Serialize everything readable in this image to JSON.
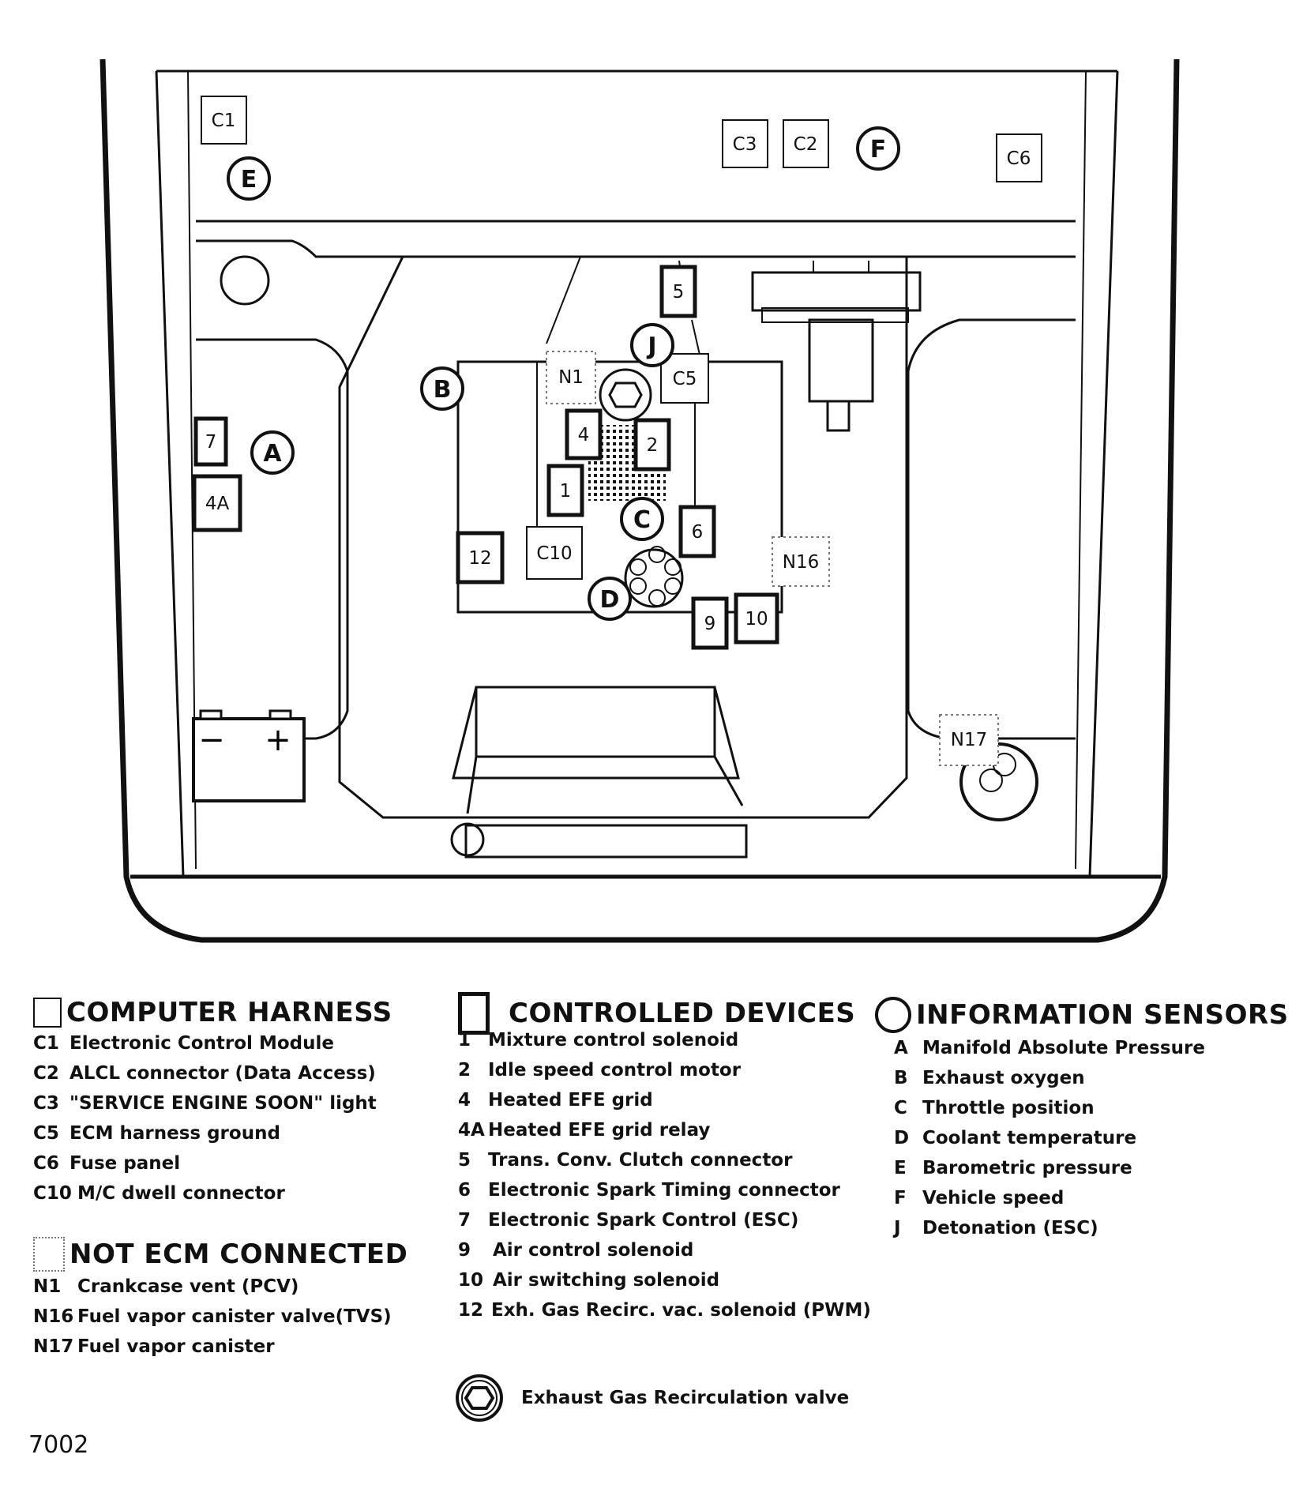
{
  "diagram": {
    "harness_labels": {
      "c1": "C1",
      "c2": "C2",
      "c3": "C3",
      "c5": "C5",
      "c6": "C6",
      "c10": "C10"
    },
    "device_labels": {
      "d1": "1",
      "d2": "2",
      "d4": "4",
      "d4a": "4A",
      "d5": "5",
      "d6": "6",
      "d7": "7",
      "d9": "9",
      "d10": "10",
      "d12": "12"
    },
    "sensor_labels": {
      "a": "A",
      "b": "B",
      "c": "C",
      "d": "D",
      "e": "E",
      "f": "F",
      "j": "J"
    },
    "not_ecm_labels": {
      "n1": "N1",
      "n16": "N16",
      "n17": "N17"
    },
    "battery": {
      "minus": "−",
      "plus": "+"
    }
  },
  "legend": {
    "computer_harness": {
      "title": "COMPUTER HARNESS",
      "items": [
        {
          "code": "C1",
          "text": "Electronic Control Module"
        },
        {
          "code": "C2",
          "text": "ALCL connector (Data Access)"
        },
        {
          "code": "C3",
          "text": "\"SERVICE ENGINE SOON\" light"
        },
        {
          "code": "C5",
          "text": "ECM harness ground"
        },
        {
          "code": "C6",
          "text": "Fuse panel"
        },
        {
          "code": "C10",
          "text": "M/C dwell connector"
        }
      ]
    },
    "not_ecm": {
      "title": "NOT ECM CONNECTED",
      "items": [
        {
          "code": "N1",
          "text": "Crankcase vent (PCV)"
        },
        {
          "code": "N16",
          "text": "Fuel vapor canister valve(TVS)"
        },
        {
          "code": "N17",
          "text": "Fuel vapor canister"
        }
      ]
    },
    "controlled_devices": {
      "title": "CONTROLLED DEVICES",
      "items": [
        {
          "code": "1",
          "text": "Mixture control solenoid"
        },
        {
          "code": "2",
          "text": "Idle speed control motor"
        },
        {
          "code": "4",
          "text": "Heated EFE grid"
        },
        {
          "code": "4A",
          "text": "Heated EFE grid relay"
        },
        {
          "code": "5",
          "text": "Trans. Conv. Clutch connector"
        },
        {
          "code": "6",
          "text": "Electronic Spark Timing connector"
        },
        {
          "code": "7",
          "text": "Electronic Spark Control (ESC)"
        },
        {
          "code": "9",
          "text": "Air control solenoid"
        },
        {
          "code": "10",
          "text": "Air switching solenoid"
        },
        {
          "code": "12",
          "text": "Exh. Gas Recirc. vac. solenoid (PWM)"
        }
      ]
    },
    "information_sensors": {
      "title": "INFORMATION SENSORS",
      "items": [
        {
          "code": "A",
          "text": "Manifold Absolute Pressure"
        },
        {
          "code": "B",
          "text": "Exhaust oxygen"
        },
        {
          "code": "C",
          "text": "Throttle position"
        },
        {
          "code": "D",
          "text": "Coolant temperature"
        },
        {
          "code": "E",
          "text": "Barometric pressure"
        },
        {
          "code": "F",
          "text": "Vehicle speed"
        },
        {
          "code": "J",
          "text": "Detonation (ESC)"
        }
      ]
    },
    "egr": {
      "text": "Exhaust Gas Recirculation valve"
    }
  },
  "figure_number": "7002"
}
